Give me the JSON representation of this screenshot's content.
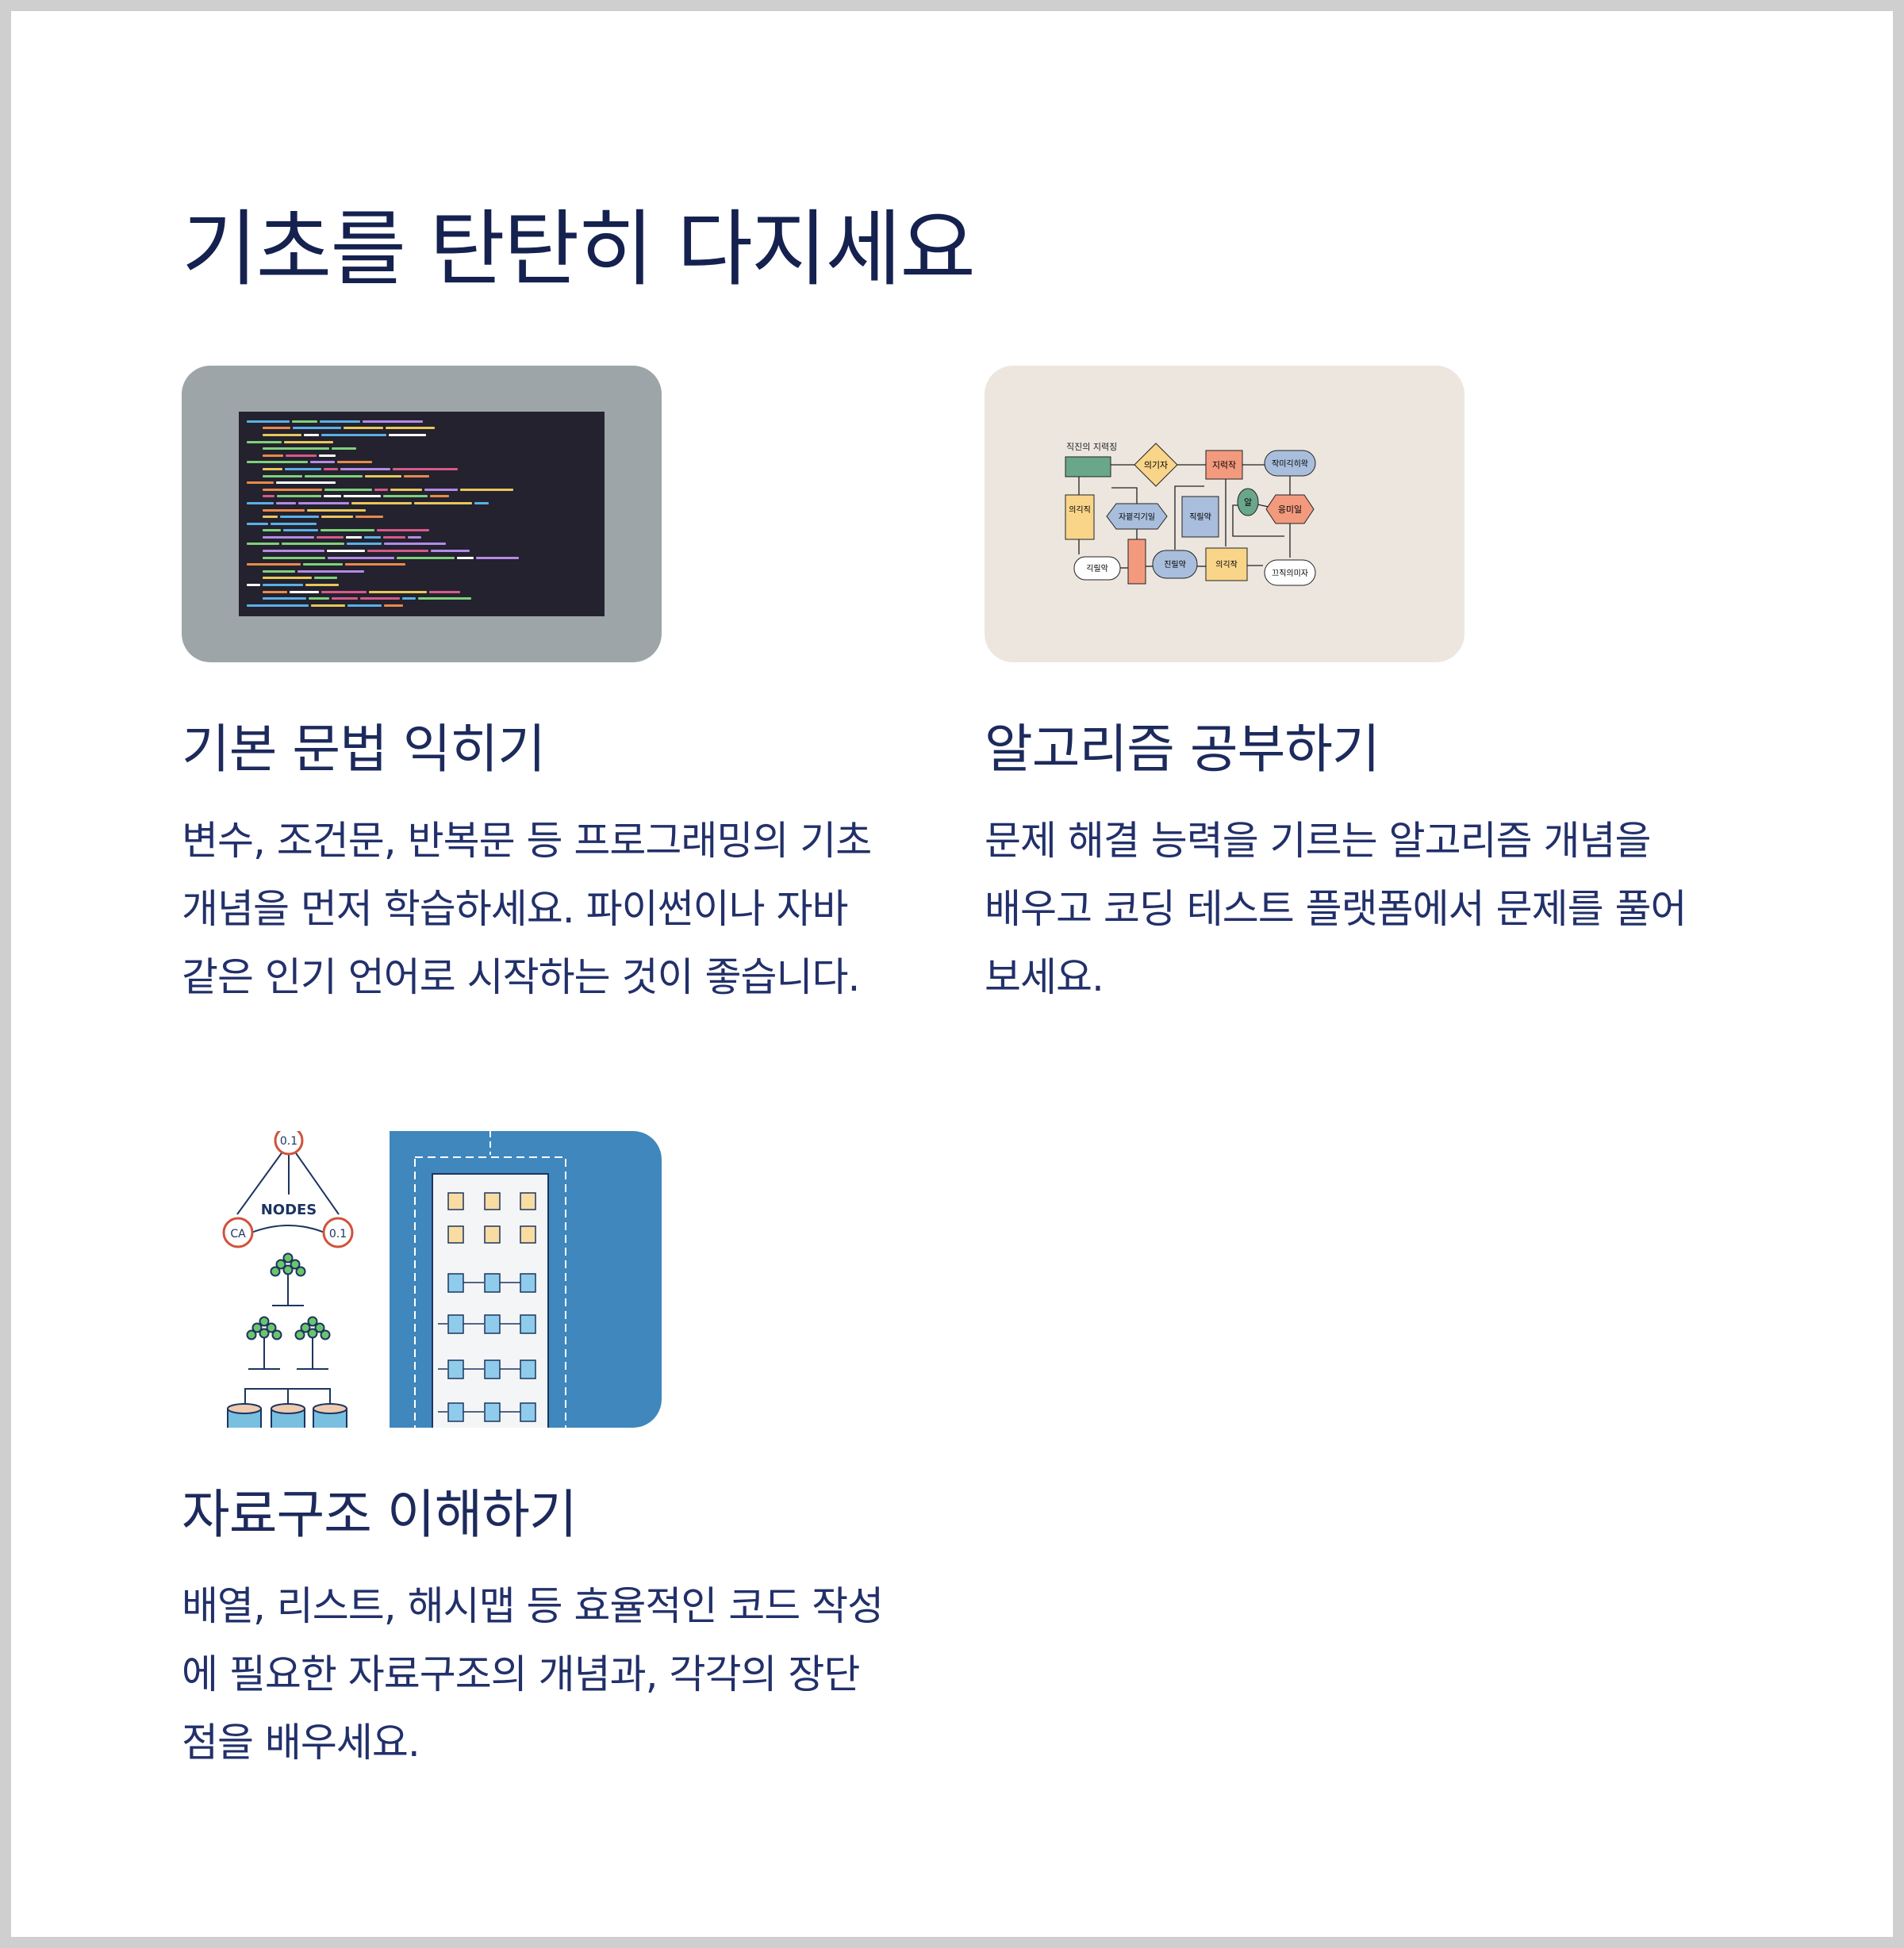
{
  "title": "기초를 탄탄히 다지세요",
  "cards": [
    {
      "heading": "기본 문법 익히기",
      "body": [
        "변수, 조건문, 반복문 등 프로그래밍의 기초",
        "개념을 먼저 학습하세요. 파이썬이나 자바",
        "같은 인기 언어로 시작하는 것이 좋습니다."
      ],
      "image": "code-editor-illustration"
    },
    {
      "heading": "알고리즘 공부하기",
      "body": [
        "문제 해결 능력을 기르는 알고리즘 개념을",
        "배우고 코딩 테스트 플랫폼에서 문제를 풀어",
        "보세요."
      ],
      "image": "flowchart-illustration",
      "flowchart_labels": {
        "caption": "직진의 지력징",
        "diamond": "의기자",
        "top_rect": "지럭작",
        "top_pill": "작미긱히왁",
        "left_rect": "의긱직",
        "hexagon": "자끹긱기일",
        "square": "직릴약",
        "circle": "알",
        "red_hexagon": "응미일",
        "bottom_left_pill": "긱릴악",
        "bottom_pill": "진릴약",
        "bottom_rect": "의긱작",
        "bottom_right_pill": "끄직의미자"
      }
    },
    {
      "heading": "자료구조 이해하기",
      "body": [
        "배열, 리스트, 해시맵 등 효율적인 코드 작성",
        "에 필요한 자료구조의 개념과, 각각의 장단",
        "점을 배우세요."
      ],
      "image": "data-structures-illustration",
      "diagram_labels": {
        "nodes": "NODES",
        "top_node": "0.1",
        "left_node": "CA",
        "right_node": "0.1"
      }
    }
  ],
  "colors": {
    "title": "#15214f",
    "code_bg": "#9ea5a8",
    "flow_bg": "#ece6df",
    "ds_blue": "#3f87bd"
  }
}
